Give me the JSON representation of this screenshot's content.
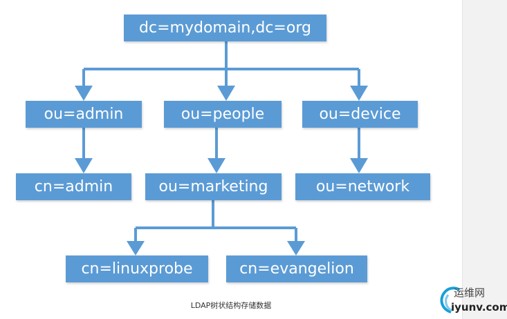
{
  "diagram": {
    "root": "dc=mydomain,dc=org",
    "ou_admin": "ou=admin",
    "ou_people": "ou=people",
    "ou_device": "ou=device",
    "cn_admin": "cn=admin",
    "ou_marketing": "ou=marketing",
    "ou_network": "ou=network",
    "cn_linuxprobe": "cn=linuxprobe",
    "cn_evangelion": "cn=evangelion",
    "caption": "LDAP树状结构存储数据"
  },
  "watermark": {
    "line1": "运维网",
    "line2": "iyunv.com"
  },
  "colors": {
    "node_fill": "#5b9bd5",
    "connector": "#5b9bd5",
    "node_text": "#ffffff"
  }
}
